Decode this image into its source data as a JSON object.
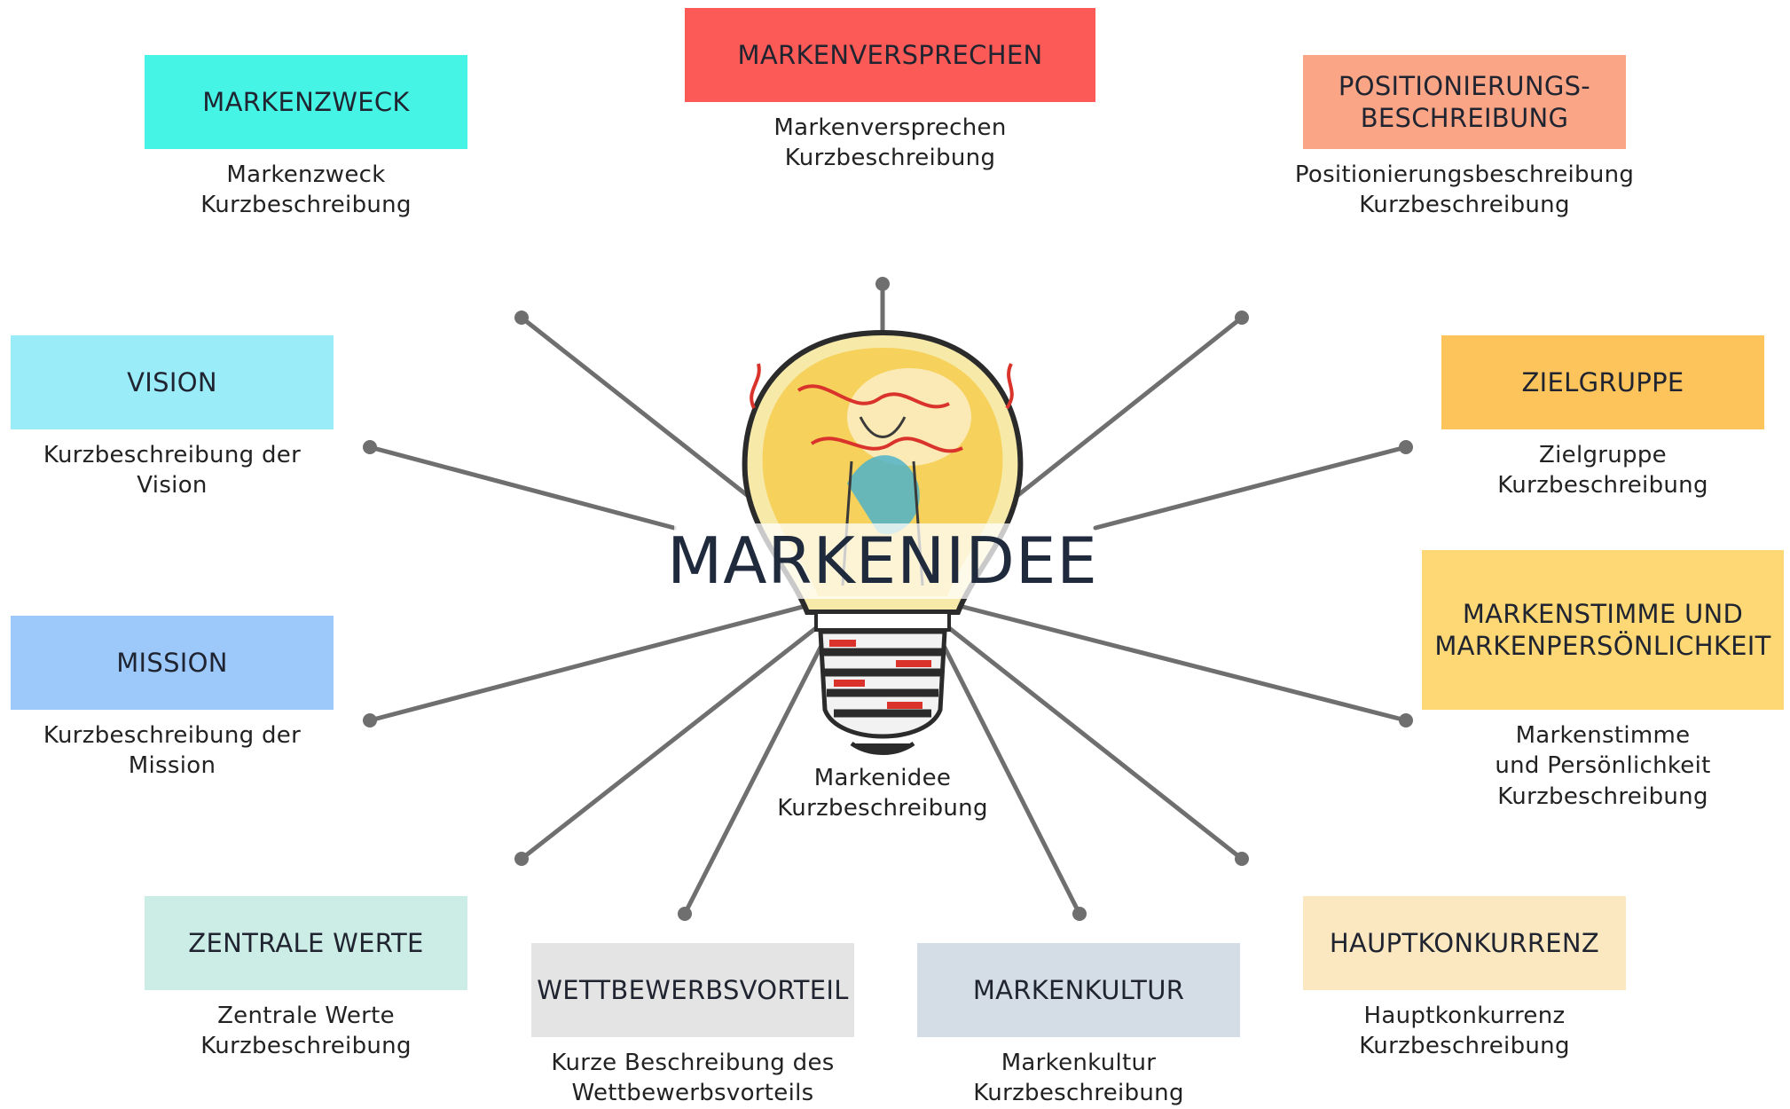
{
  "colors": {
    "markenzweck": "#46F4E6",
    "markenversprechen": "#FB5A56",
    "positionierung": "#FAA585",
    "vision": "#9AECF8",
    "zielgruppe": "#FDC45C",
    "mission": "#9DC9FA",
    "markenstimme": "#FDD874",
    "zentrale_werte": "#CCEDE6",
    "wettbewerbsvorteil": "#E4E4E4",
    "markenkultur": "#D4DCE6",
    "hauptkonkurrenz": "#FBE8C0",
    "connector": "#6f6f6f"
  },
  "center": {
    "title": "MARKENIDEE",
    "description": "Markenidee\nKurzbeschreibung",
    "icon": "lightbulb-icon"
  },
  "nodes": {
    "markenzweck": {
      "label": "MARKENZWECK",
      "description": "Markenzweck\nKurzbeschreibung"
    },
    "markenversprechen": {
      "label": "MARKENVERSPRECHEN",
      "description": "Markenversprechen\nKurzbeschreibung"
    },
    "positionierung": {
      "label": "POSITIONIERUNGS-\nBESCHREIBUNG",
      "description": "Positionierungsbeschreibung\nKurzbeschreibung"
    },
    "vision": {
      "label": "VISION",
      "description": "Kurzbeschreibung der\nVision"
    },
    "zielgruppe": {
      "label": "ZIELGRUPPE",
      "description": "Zielgruppe\nKurzbeschreibung"
    },
    "mission": {
      "label": "MISSION",
      "description": "Kurzbeschreibung der\nMission"
    },
    "markenstimme": {
      "label": "MARKENSTIMME UND\nMARKENPERSÖNLICHKEIT",
      "description": "Markenstimme\nund Persönlichkeit\nKurzbeschreibung"
    },
    "zentrale_werte": {
      "label": "ZENTRALE WERTE",
      "description": "Zentrale Werte\nKurzbeschreibung"
    },
    "wettbewerbsvorteil": {
      "label": "WETTBEWERBSVORTEIL",
      "description": "Kurze Beschreibung des\nWettbewerbsvorteils"
    },
    "markenkultur": {
      "label": "MARKENKULTUR",
      "description": "Markenkultur\nKurzbeschreibung"
    },
    "hauptkonkurrenz": {
      "label": "HAUPTKONKURRENZ",
      "description": "Hauptkonkurrenz\nKurzbeschreibung"
    }
  }
}
